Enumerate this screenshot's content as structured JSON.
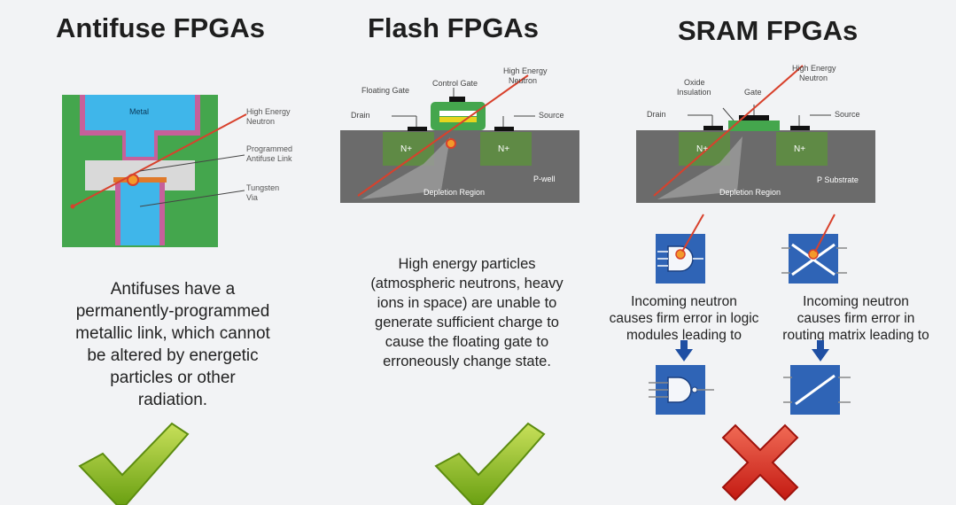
{
  "columns": {
    "antifuse": {
      "title": "Antifuse FPGAs",
      "diagram": {
        "metal": "Metal",
        "neutron": [
          "High Energy",
          "Neutron"
        ],
        "link": [
          "Programmed",
          "Antifuse Link"
        ],
        "via": [
          "Tungsten",
          "Via"
        ]
      },
      "description": [
        "Antifuses have a",
        "permanently-programmed",
        "metallic link, which cannot",
        "be altered by energetic",
        "particles or other",
        "radiation."
      ],
      "verdict": "check-icon"
    },
    "flash": {
      "title": "Flash FPGAs",
      "diagram": {
        "floating_gate": "Floating Gate",
        "control_gate": "Control Gate",
        "neutron": [
          "High Energy",
          "Neutron"
        ],
        "drain": "Drain",
        "source": "Source",
        "n_plus": "N+",
        "depletion": "Depletion Region",
        "well": "P-well"
      },
      "description": [
        "High energy particles",
        "(atmospheric neutrons, heavy",
        "ions in space) are unable to",
        "generate sufficient charge to",
        "cause the floating gate to",
        "erroneously change state."
      ],
      "verdict": "check-icon"
    },
    "sram": {
      "title": "SRAM FPGAs",
      "diagram": {
        "oxide": [
          "Oxide",
          "Insulation"
        ],
        "gate": "Gate",
        "neutron": [
          "High Energy",
          "Neutron"
        ],
        "drain": "Drain",
        "source": "Source",
        "n_plus": "N+",
        "depletion": "Depletion Region",
        "substrate": "P Substrate"
      },
      "logic_text": [
        "Incoming neutron",
        "causes firm error in logic",
        "modules leading to"
      ],
      "routing_text": [
        "Incoming neutron",
        "causes firm error in",
        "routing matrix leading to"
      ],
      "verdict": "cross-icon"
    }
  },
  "colors": {
    "metal_blue": "#3fb6ea",
    "oxide_green": "#44a64d",
    "silicon_gray": "#6b6b6b",
    "nplus_green": "#5f8a45",
    "module_blue": "#2f64b6",
    "arrow_blue": "#1f4fa3",
    "neutron_red": "#d8412c",
    "check_green": "#7fb51c",
    "cross_red": "#d2231b"
  }
}
